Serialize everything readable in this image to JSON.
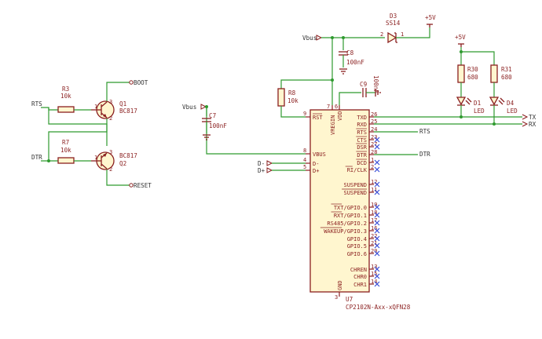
{
  "labels": {
    "boot": "BOOT",
    "reset": "RESET",
    "rts_in": "RTS",
    "dtr_in": "DTR",
    "vbus1": "Vbus",
    "vbus2": "Vbus",
    "plus5v_top": "+5V",
    "plus5v_right": "+5V",
    "tx": "TX",
    "rx": "RX",
    "dminus": "D-",
    "dplus": "D+",
    "rts_net": "RTS",
    "dtr_net": "DTR"
  },
  "components": {
    "r3": {
      "ref": "R3",
      "val": "10k"
    },
    "r7": {
      "ref": "R7",
      "val": "10k"
    },
    "q1": {
      "ref": "Q1",
      "val": "BC817"
    },
    "q2": {
      "ref": "Q2",
      "val": "BC817"
    },
    "r8": {
      "ref": "R8",
      "val": "10k"
    },
    "c7": {
      "ref": "C7",
      "val": "100nF"
    },
    "c8": {
      "ref": "C8",
      "val": "100nF"
    },
    "c9": {
      "ref": "C9",
      "val": "100nF"
    },
    "d3": {
      "ref": "D3",
      "val": "SS14"
    },
    "r30": {
      "ref": "R30",
      "val": "680"
    },
    "r31": {
      "ref": "R31",
      "val": "680"
    },
    "d1": {
      "ref": "D1",
      "val": "LED"
    },
    "d4": {
      "ref": "D4",
      "val": "LED"
    },
    "u7": {
      "ref": "U7",
      "val": "CP2102N-Axx-xQFN28"
    }
  },
  "ic_pins": {
    "rst": "RST",
    "vregin": "VREGIN",
    "vdd": "VDD",
    "vbus": "VBUS",
    "dm": "D-",
    "dp": "D+",
    "gnd": "GND",
    "right": [
      {
        "name": "TXD",
        "num": "26"
      },
      {
        "name": "RXD",
        "num": "25"
      },
      {
        "name": "RTS",
        "num": "24"
      },
      {
        "name": "CTS",
        "num": "23"
      },
      {
        "name": "DSR",
        "num": "27"
      },
      {
        "name": "DTR",
        "num": "28"
      },
      {
        "name": "DCD",
        "num": "1"
      },
      {
        "name": "RI/CLK",
        "num": "2"
      },
      {
        "name": "SUSPEND",
        "num": "12"
      },
      {
        "name": "SUSPEND",
        "num": "11"
      },
      {
        "name": "TXT/GPIO.0",
        "num": "19"
      },
      {
        "name": "RXT/GPIO.1",
        "num": "18"
      },
      {
        "name": "RS485/GPIO.2",
        "num": "17"
      },
      {
        "name": "WAKEUP/GPIO.3",
        "num": "16"
      },
      {
        "name": "GPIO.4",
        "num": "22"
      },
      {
        "name": "GPIO.5",
        "num": "21"
      },
      {
        "name": "GPIO.6",
        "num": "20"
      },
      {
        "name": "CHREN",
        "num": "13"
      },
      {
        "name": "CHR0",
        "num": "15"
      },
      {
        "name": "CHR1",
        "num": "14"
      }
    ],
    "left_nums": {
      "rst": "9",
      "vbus": "8",
      "dm": "4",
      "dp": "5",
      "vregin": "7",
      "vdd": "6",
      "gnd": "3"
    }
  },
  "diode_pins": {
    "d3_left": "2",
    "d3_right": "1"
  },
  "transistor_pins": {
    "q1_b": "1",
    "q1_c": "3",
    "q1_e": "2",
    "q2_b": "1",
    "q2_c": "3",
    "q2_e": "2"
  }
}
